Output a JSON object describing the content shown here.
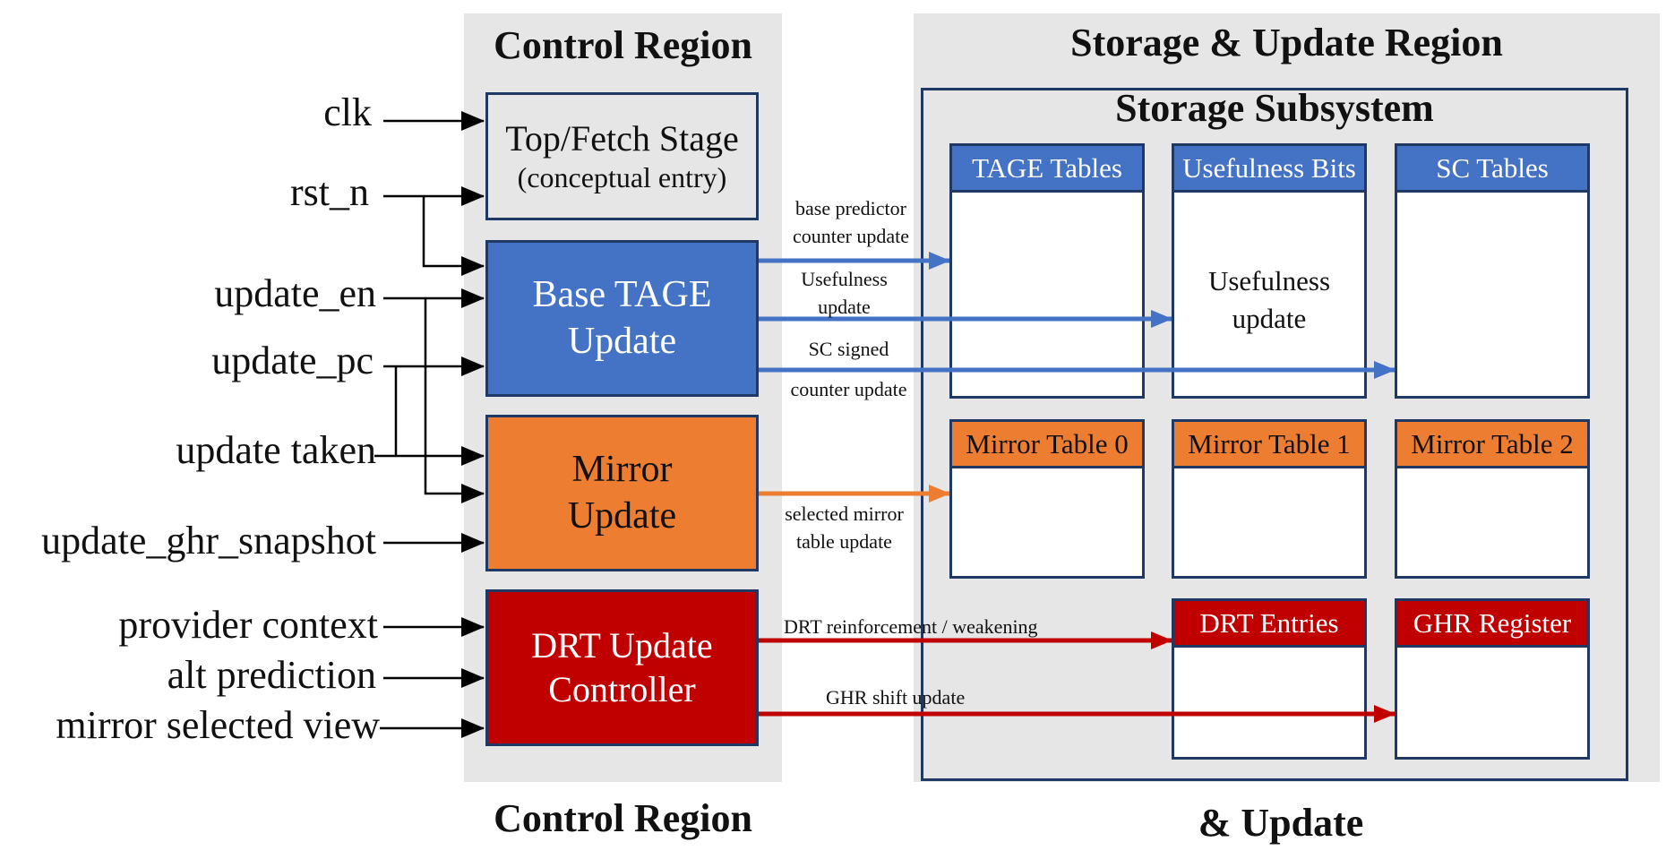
{
  "control_region": {
    "title_top": "Control Region",
    "title_bottom": "Control Region",
    "blocks": {
      "top_fetch": [
        "Top/Fetch Stage",
        "(conceptual entry)"
      ],
      "base_tage": [
        "Base TAGE",
        "Update"
      ],
      "mirror": [
        "Mirror",
        "Update"
      ],
      "drt": [
        "DRT Update",
        "Controller"
      ]
    }
  },
  "storage_region": {
    "title_top": "Storage & Update Region",
    "title_bottom": "& Update",
    "subsystem_title": "Storage Subsystem",
    "tables": {
      "tage": "TAGE Tables",
      "usefulness": "Usefulness Bits",
      "usefulness_body": [
        "Usefulness",
        "update"
      ],
      "sc": "SC Tables",
      "mirror0": "Mirror Table 0",
      "mirror1": "Mirror Table 1",
      "mirror2": "Mirror Table 2",
      "drt_entries": "DRT Entries",
      "ghr": "GHR Register"
    }
  },
  "signals": {
    "clk": "clk",
    "rst_n": "rst_n",
    "update_en": "update_en",
    "update_pc": "update_pc",
    "update_taken": "update taken",
    "update_ghr_snapshot": "update_ghr_snapshot",
    "provider_context": "provider context",
    "alt_prediction": "alt prediction",
    "mirror_selected_view": "mirror selected view"
  },
  "edge_labels": {
    "base_predictor": [
      "base predictor",
      "counter update"
    ],
    "usefulness": [
      "Usefulness",
      "update"
    ],
    "sc_signed": "SC signed",
    "counter_update": "counter update",
    "selected_mirror": [
      "selected mirror",
      "table update"
    ],
    "drt_reinforce": "DRT reinforcement / weakening",
    "ghr_shift": "GHR shift update"
  },
  "colors": {
    "region_gray": "#e6e6e6",
    "frame_navy": "#1f3864",
    "blue": "#4472c4",
    "orange": "#ed7d31",
    "red": "#c00000"
  }
}
